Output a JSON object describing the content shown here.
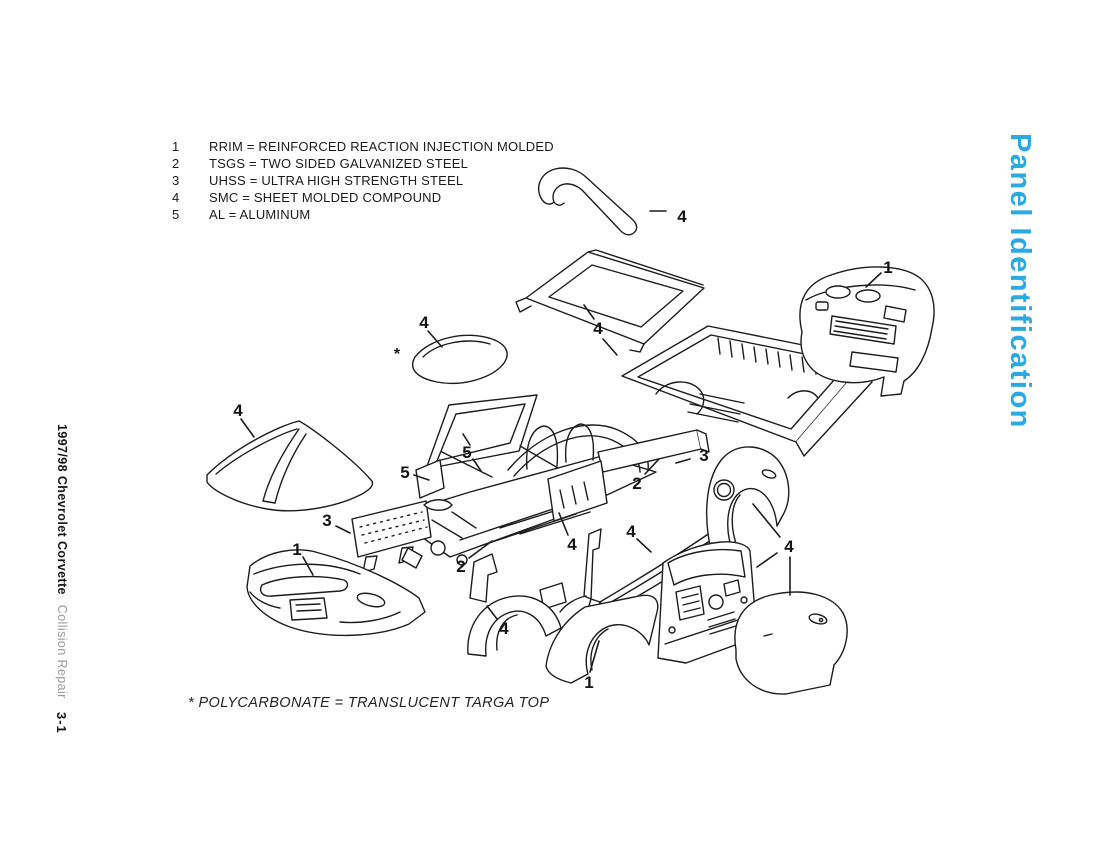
{
  "page": {
    "background": "#ffffff",
    "footnote": "* POLYCARBONATE = TRANSLUCENT TARGA TOP"
  },
  "sidebar_left": {
    "title_bold": "1997/98 Chevrolet Corvette",
    "title_light": "Collision Repair",
    "page_number": "3-1"
  },
  "sidebar_right": {
    "title": "Panel Identification",
    "color": "#29ABE2"
  },
  "legend": {
    "items": [
      {
        "num": "1",
        "text": "RRIM = REINFORCED REACTION INJECTION MOLDED"
      },
      {
        "num": "2",
        "text": "TSGS = TWO SIDED GALVANIZED STEEL"
      },
      {
        "num": "3",
        "text": "UHSS = ULTRA HIGH STRENGTH STEEL"
      },
      {
        "num": "4",
        "text": "SMC = SHEET MOLDED COMPOUND"
      },
      {
        "num": "5",
        "text": "AL = ALUMINUM"
      }
    ]
  },
  "diagram": {
    "asterisk": "*",
    "callouts": [
      {
        "label": "4",
        "part": "roof-bow"
      },
      {
        "label": "1",
        "part": "rear-fascia"
      },
      {
        "label": "4",
        "part": "rear-hatch-frame"
      },
      {
        "label": "4",
        "part": "targa-top"
      },
      {
        "label": "4",
        "part": "hood"
      },
      {
        "label": "5",
        "part": "windshield-frame"
      },
      {
        "label": "5",
        "part": "cowl"
      },
      {
        "label": "3",
        "part": "rear-frame-rail"
      },
      {
        "label": "2",
        "part": "rear-underbody"
      },
      {
        "label": "3",
        "part": "front-crossmember"
      },
      {
        "label": "2",
        "part": "floor-frame"
      },
      {
        "label": "4",
        "part": "rear-bulkhead"
      },
      {
        "label": "4",
        "part": "rocker-panel"
      },
      {
        "label": "1",
        "part": "front-fascia"
      },
      {
        "label": "4",
        "part": "front-wheelhouse"
      },
      {
        "label": "4",
        "part": "quarter-panel-door"
      },
      {
        "label": "1",
        "part": "front-fender"
      }
    ]
  }
}
